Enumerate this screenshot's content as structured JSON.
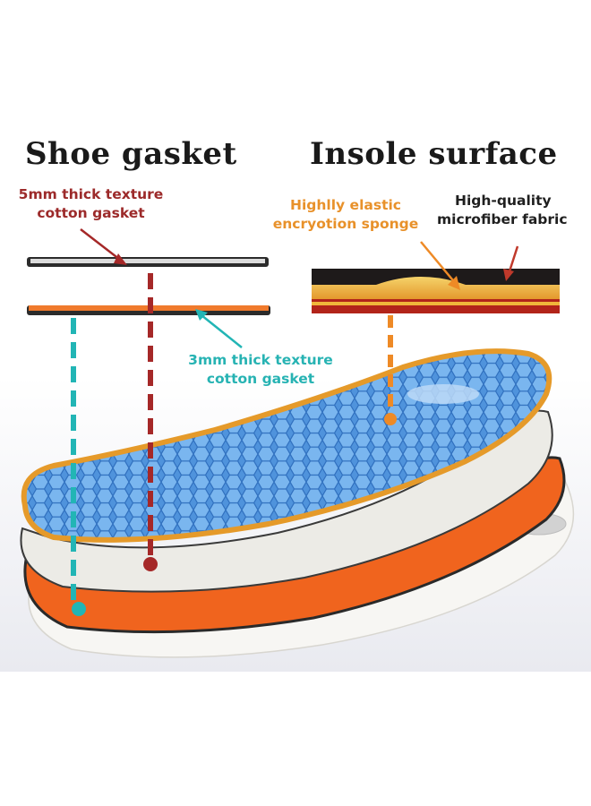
{
  "headings": {
    "shoe_gasket": "Shoe gasket",
    "insole_surface": "Insole surface"
  },
  "labels": {
    "thick5": {
      "line1": "5mm thick texture",
      "line2": "cotton gasket"
    },
    "sponge": {
      "line1": "Highlly elastic",
      "line2": "encryotion sponge"
    },
    "fabric": {
      "line1": "High-quality",
      "line2": "microfiber fabric"
    },
    "thick3": {
      "line1": "3mm thick texture",
      "line2": "cotton gasket"
    }
  },
  "colors": {
    "red_label": "#9c2a2a",
    "orange_label": "#e8912a",
    "teal_label": "#27b3b3",
    "insole_blue": "#4a8fd8",
    "orange_layer": "#f0641e",
    "white_layer": "#ece9e2"
  }
}
